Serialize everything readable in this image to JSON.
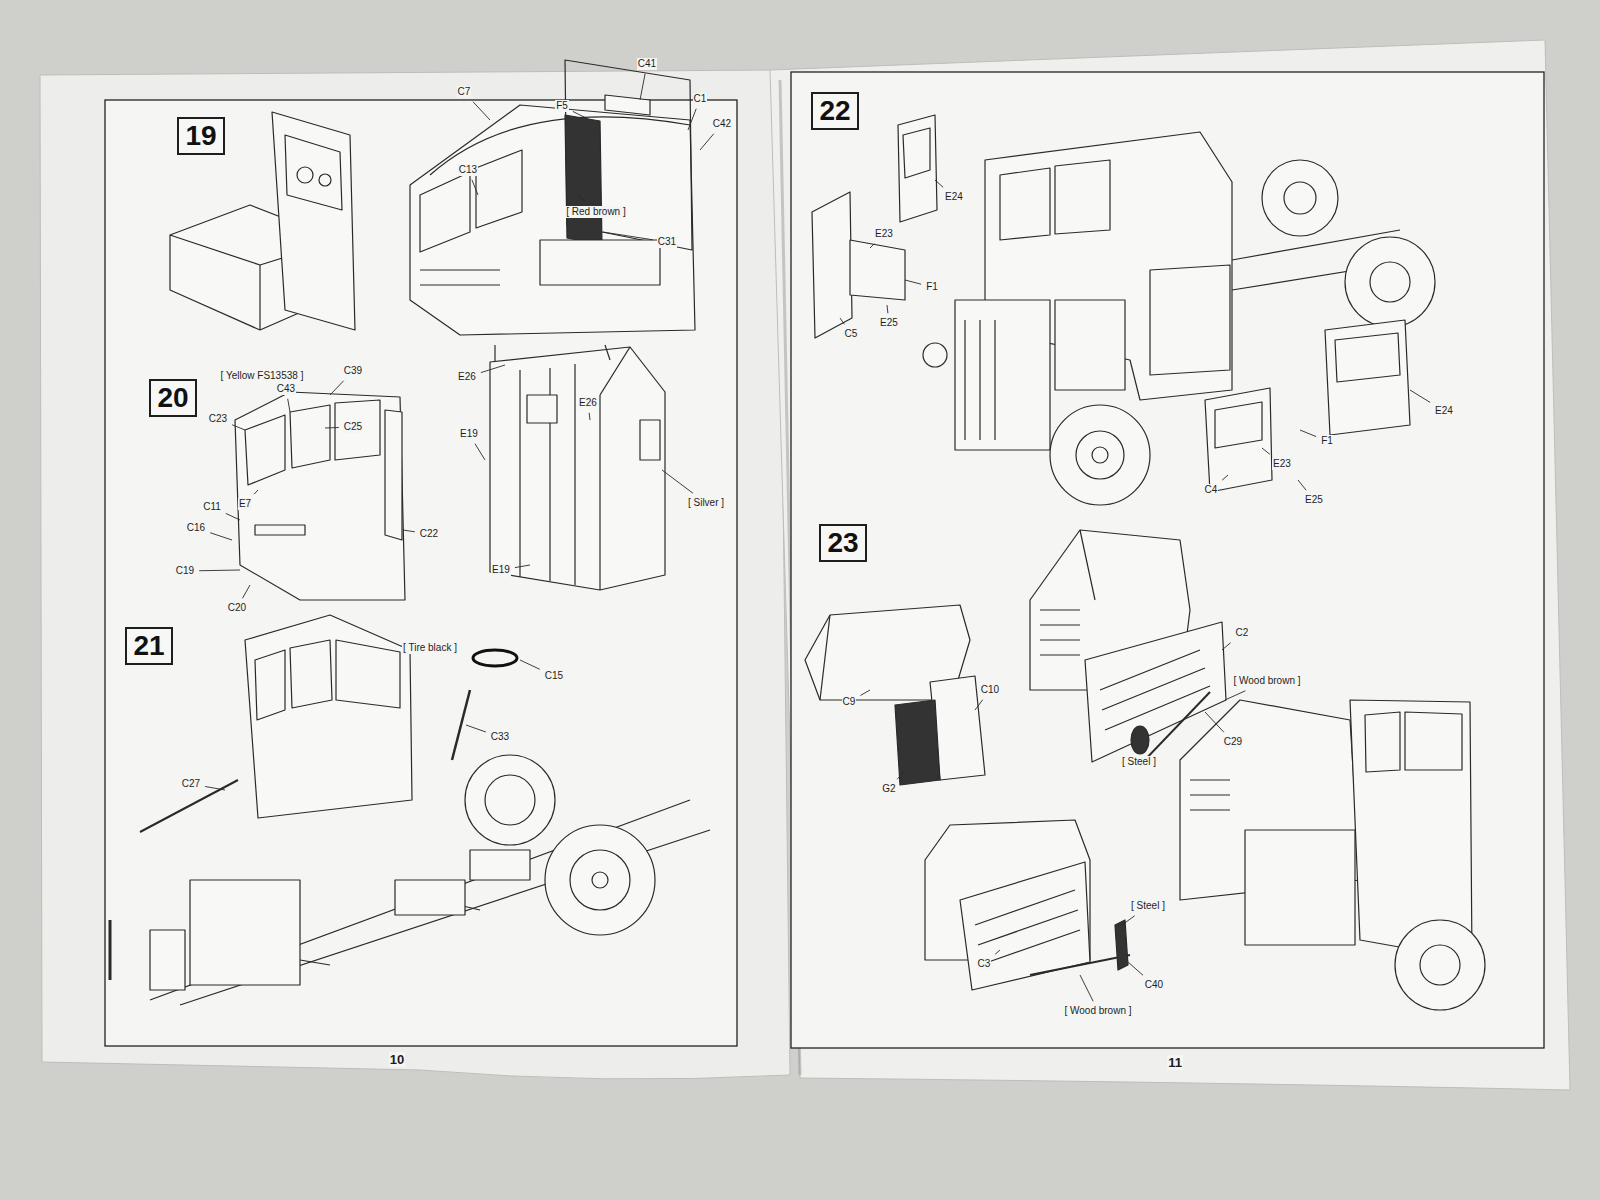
{
  "diagram": {
    "nodes": [
      {
        "text": [
          "19"
        ]
      },
      {
        "text": [
          "20"
        ]
      },
      {
        "text": [
          "21"
        ]
      },
      {
        "text": [
          "22"
        ]
      },
      {
        "text": [
          "23"
        ]
      }
    ],
    "labels": [
      "C7",
      "C41",
      "F5",
      "C1",
      "C42",
      "C13",
      "[ Red brown ]",
      "C31",
      "[ Yellow FS13538 ]",
      "C43",
      "C39",
      "C23",
      "C25",
      "C11",
      "E7",
      "C16",
      "C19",
      "C20",
      "C22",
      "E26",
      "E26",
      "E19",
      "[ Silver ]",
      "E19",
      "[ Tire black ]",
      "C15",
      "C33",
      "C27",
      "E24",
      "E23",
      "F1",
      "C5",
      "E25",
      "F1",
      "E23",
      "C4",
      "E25",
      "E24",
      "C2",
      "[ Wood brown ]",
      "C9",
      "C10",
      "G2",
      "[ Steel ]",
      "C29",
      "[ Steel ]",
      "C3",
      "C40",
      "[ Wood brown ]",
      "10",
      "11"
    ]
  }
}
